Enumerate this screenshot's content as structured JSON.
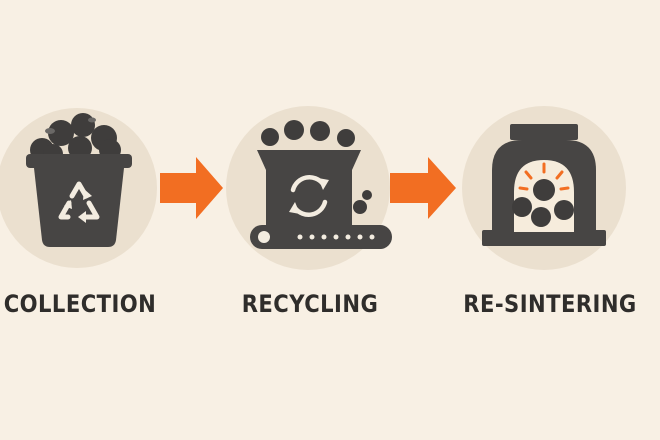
{
  "colors": {
    "background": "#f8f0e4",
    "circle": "#ebe0cf",
    "icon_dark": "#474544",
    "pellet": "#3f3d3c",
    "accent_arrow": "#f26e22",
    "label_text": "#2f2d2b"
  },
  "stages": [
    {
      "label": "COLLECTION",
      "icon": "recycle-bin-icon"
    },
    {
      "label": "RECYCLING",
      "icon": "recycling-machine-icon"
    },
    {
      "label": "RE-SINTERING",
      "icon": "sintering-furnace-icon"
    }
  ],
  "connectors": [
    {
      "icon": "arrow-right-icon"
    },
    {
      "icon": "arrow-right-icon"
    }
  ]
}
